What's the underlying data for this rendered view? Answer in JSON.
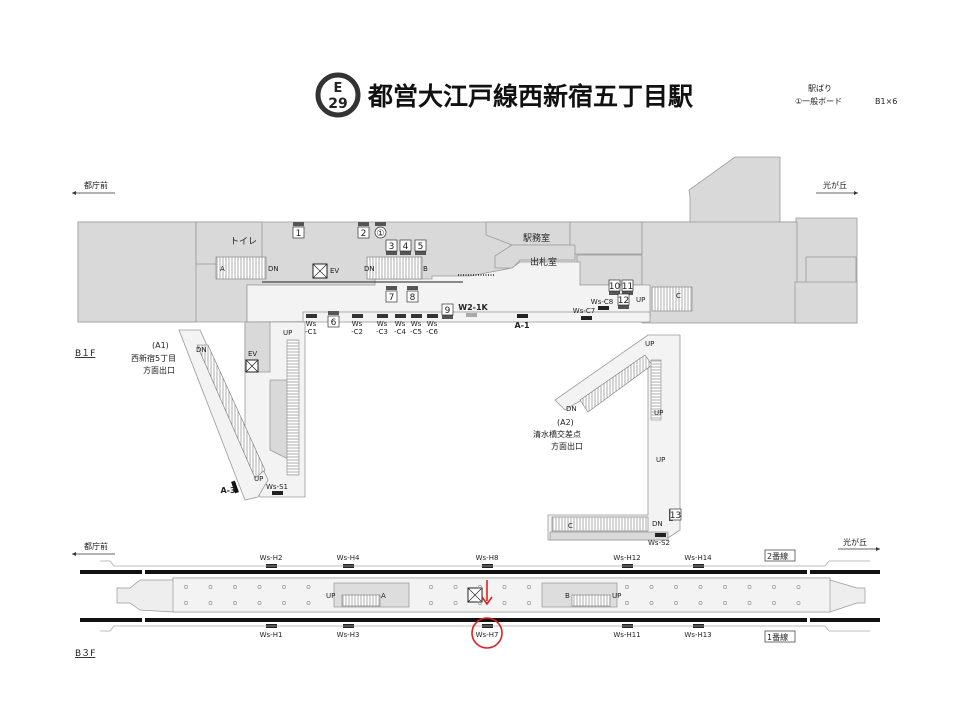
{
  "header": {
    "line_code_letter": "E",
    "line_code_number": "29",
    "title": "都営大江戸線西新宿五丁目駅",
    "legend_heading": "駅ばり",
    "legend_item": "①一般ボード",
    "legend_count": "B1×6"
  },
  "directions": {
    "west": "都庁前",
    "east": "光が丘"
  },
  "floors": {
    "b1": "B１F",
    "b3": "B３F"
  },
  "rooms": {
    "toilet": "トイレ",
    "station_office": "駅務室",
    "ticket_office": "出札室",
    "ev": "EV"
  },
  "exits": {
    "a1": {
      "code": "(A1)",
      "line1": "西新宿5丁目",
      "line2": "方面出口"
    },
    "a2": {
      "code": "(A2)",
      "line1": "清水橋交差点",
      "line2": "方面出口"
    }
  },
  "stair_labels": {
    "up": "UP",
    "dn": "DN",
    "a": "A",
    "b": "B",
    "c": "C"
  },
  "b1_signs": [
    "1",
    "2",
    "①",
    "3",
    "4",
    "5",
    "7",
    "8",
    "9",
    "10",
    "11",
    "12",
    "13",
    "6"
  ],
  "b1_codes": [
    "Ws\n-C1",
    "Ws\n-C2",
    "Ws\n-C3",
    "Ws\n-C4",
    "Ws\n-C5",
    "Ws\n-C6"
  ],
  "b1_other_codes": [
    "W2-1K",
    "A-1",
    "Ws-C7",
    "Ws-C8",
    "Ws-S1",
    "A-3",
    "Ws-S2"
  ],
  "platform": {
    "track2": "2番線",
    "track1": "1番線",
    "top_codes": [
      "Ws-H2",
      "Ws-H4",
      "Ws-H8",
      "Ws-H12",
      "Ws-H14"
    ],
    "bottom_codes": [
      "Ws-H1",
      "Ws-H3",
      "Ws-H7",
      "Ws-H11",
      "Ws-H13"
    ],
    "highlighted": "Ws-H7",
    "highlight_color": "#e02020"
  }
}
